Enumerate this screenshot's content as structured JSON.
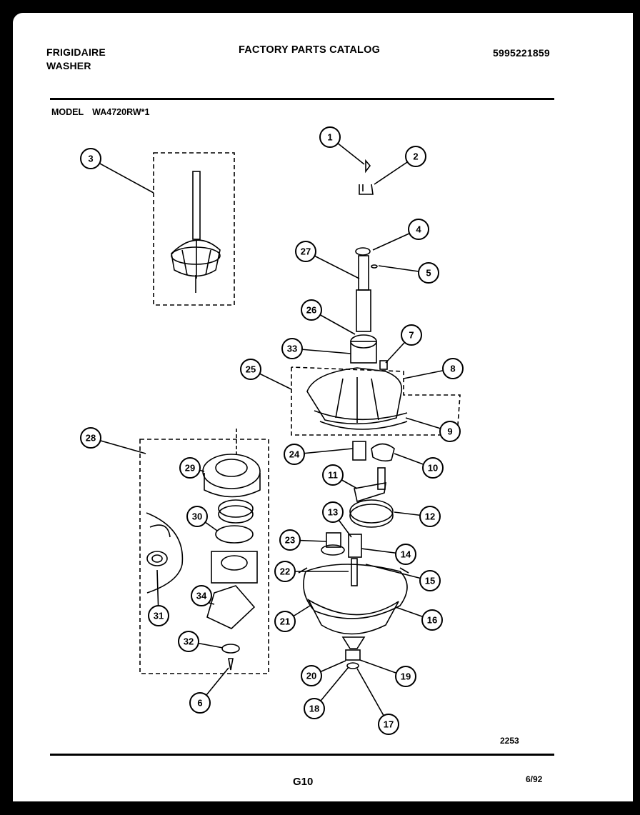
{
  "header": {
    "brand": "FRIGIDAIRE",
    "product": "WASHER",
    "title": "FACTORY PARTS CATALOG",
    "catalog_number": "5995221859"
  },
  "model": {
    "label": "MODEL",
    "number": "WA4720RW*1"
  },
  "callouts": [
    "1",
    "2",
    "3",
    "4",
    "5",
    "27",
    "26",
    "33",
    "7",
    "8",
    "25",
    "9",
    "24",
    "10",
    "11",
    "12",
    "13",
    "14",
    "23",
    "22",
    "15",
    "21",
    "16",
    "20",
    "19",
    "18",
    "17",
    "28",
    "29",
    "30",
    "31",
    "32",
    "34",
    "6"
  ],
  "figure": {
    "number": "2253"
  },
  "footer": {
    "page": "G10",
    "date": "6/92"
  }
}
